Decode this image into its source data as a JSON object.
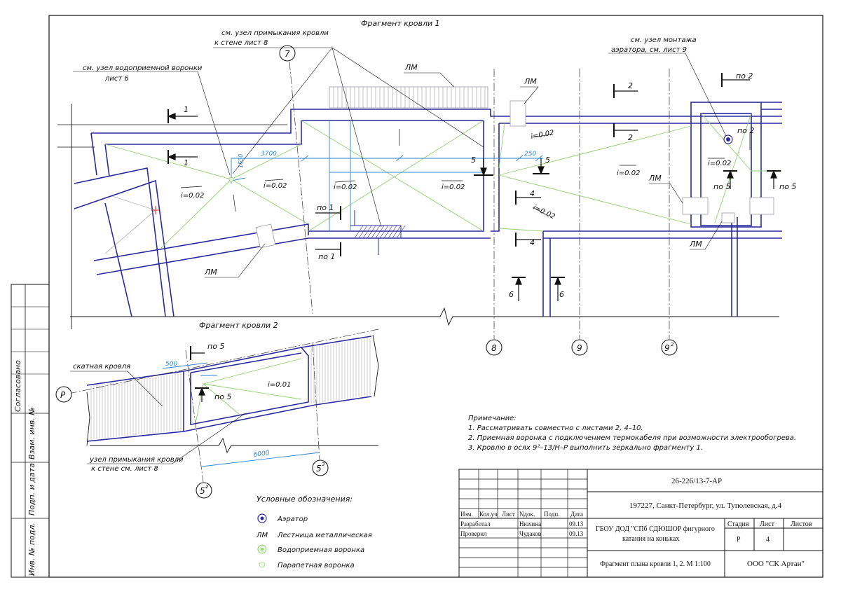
{
  "fragment_titles": {
    "f1": "Фрагмент кровли 1",
    "f2": "Фрагмент кровли 2"
  },
  "callouts": {
    "wall_node_top_l1": "см. узел примыкания кровли",
    "wall_node_top_l2": "к стене лист 8",
    "funnel_node_l1": "см. узел водоприемной воронки",
    "funnel_node_l2": "лист 6",
    "aerator_node_l1": "см. узел монтажа",
    "aerator_node_l2": "аэратора, см. лист 9",
    "wall_node_bottom_l1": "узел примыкания кровли",
    "wall_node_bottom_l2": "к стене см. лист 8",
    "pitched_roof": "скатная кровля"
  },
  "axes": {
    "a7": "7",
    "a8": "8",
    "a9": "9",
    "a92": "9",
    "a92_sup": "2",
    "p": "Р",
    "a52": "5",
    "a52_sup": "2",
    "a53": "5",
    "a53_sup": "3"
  },
  "labels": {
    "lm": "ЛМ",
    "i002": "i=0.02",
    "i001": "i=0.01",
    "po1": "по 1",
    "po2": "по 2",
    "po5": "по 5",
    "s1": "1",
    "s2": "2",
    "s4": "4",
    "s5": "5",
    "s6": "6"
  },
  "dimensions": {
    "d3700": "3700",
    "d1650": "1650",
    "d250": "250",
    "d500": "500",
    "d6000": "6000"
  },
  "notes": {
    "title": "Примечание:",
    "n1": "1. Рассматривать совместно с листами 2, 4–10.",
    "n2": "2. Приемная воронка с подключением термокабеля при возможности электрообогрева.",
    "n3": "3. Кровлю в осях 9²–13/Н–Р выполнить зеркально фрагменту 1."
  },
  "legend": {
    "title": "Условные обозначения:",
    "items": [
      {
        "symbol": "",
        "label": "Аэратор"
      },
      {
        "symbol": "ЛМ",
        "label": "Лестница металлическая"
      },
      {
        "symbol": "",
        "label": "Водоприемная воронка"
      },
      {
        "symbol": "",
        "label": "Парапетная воронка"
      }
    ]
  },
  "side_stamp": {
    "agreed": "Согласовано",
    "vzam": "Взам. инв. №",
    "podp": "Подп. и дата",
    "inv": "Инв. № подл."
  },
  "title_block": {
    "code": "26-226/13-7-АР",
    "address": "197227, Санкт-Петербург, ул. Туполевская, д.4",
    "org_l1": "ГБОУ ДОД \"СПб СДЮШОР фигурного",
    "org_l2": "катания на коньках",
    "sheet_title": "Фрагмент плана кровли 1, 2. М 1:100",
    "company": "ООО \"СК Артан\"",
    "headers": {
      "izm": "Изм.",
      "kol": "Кол.уч",
      "list": "Лист",
      "ndok": "Nдок.",
      "podp": "Подп.",
      "data": "Дата"
    },
    "stage_label": "Стадия",
    "sheet_label": "Лист",
    "sheets_label": "Листов",
    "stage": "Р",
    "sheet_no": "4",
    "sheets_total": "",
    "rows": [
      {
        "role": "Разработал",
        "name": "Нюхина",
        "date": "09.13"
      },
      {
        "role": "Проверил",
        "name": "Чудаков",
        "date": "09.13"
      }
    ]
  },
  "colors": {
    "wall": "#2a2aa0",
    "slope": "#8fd36f",
    "dim": "#2e86d6",
    "ladder": "#9a9aa6",
    "frame": "#111111"
  }
}
